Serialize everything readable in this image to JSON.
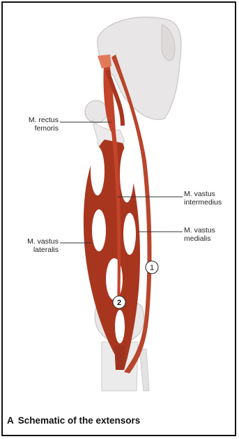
{
  "figure": {
    "labels": {
      "rectus_femoris": "M. rectus\nfemoris",
      "vastus_intermedius": "M. vastus\nintermedius",
      "vastus_lateralis": "M. vastus\nlateralis",
      "vastus_medialis": "M. vastus\nmedialis",
      "callout_1": "1",
      "callout_2": "2"
    },
    "caption": {
      "letter": "A",
      "text": "Schematic of the extensors"
    },
    "colors": {
      "muscle": "#a8361f",
      "muscle_light": "#e07a5a",
      "bone": "#e8e6e6",
      "bone_outline": "#c9c5c5"
    }
  }
}
